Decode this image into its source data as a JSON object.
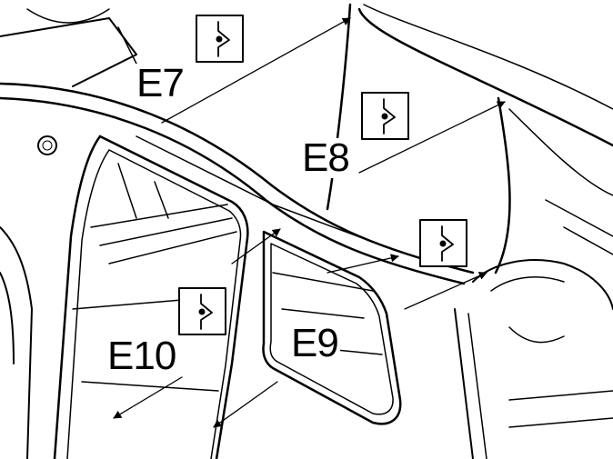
{
  "diagram": {
    "callouts": [
      {
        "id": "e7",
        "label": "E7"
      },
      {
        "id": "e8",
        "label": "E8"
      },
      {
        "id": "e9",
        "label": "E9"
      },
      {
        "id": "e10",
        "label": "E10"
      }
    ],
    "symbol_icon": "seam-sealer-icon",
    "colors": {
      "ink": "#000000",
      "paper": "#ffffff"
    }
  }
}
